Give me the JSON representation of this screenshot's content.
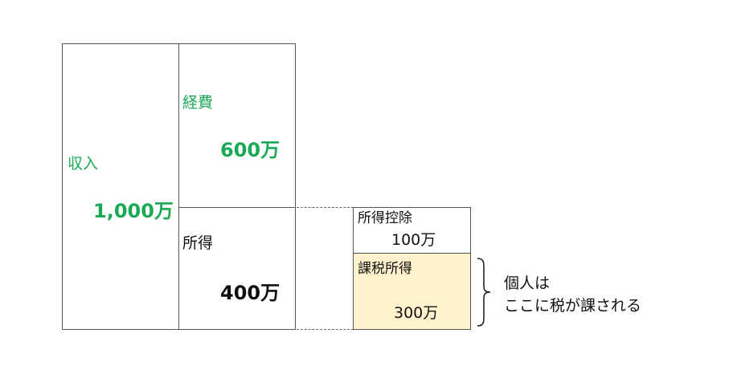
{
  "colors": {
    "green": "#1aaa55",
    "taxable_fill": "#fff2cc",
    "border": "#555555"
  },
  "revenue": {
    "label": "収入",
    "amount": "1,000万"
  },
  "expenses": {
    "label": "経費",
    "amount": "600万"
  },
  "income": {
    "label": "所得",
    "amount": "400万"
  },
  "deduction": {
    "label": "所得控除",
    "amount": "100万"
  },
  "taxable": {
    "label": "課税所得",
    "amount": "300万"
  },
  "note": {
    "line1": "個人は",
    "line2": "ここに税が課される"
  }
}
